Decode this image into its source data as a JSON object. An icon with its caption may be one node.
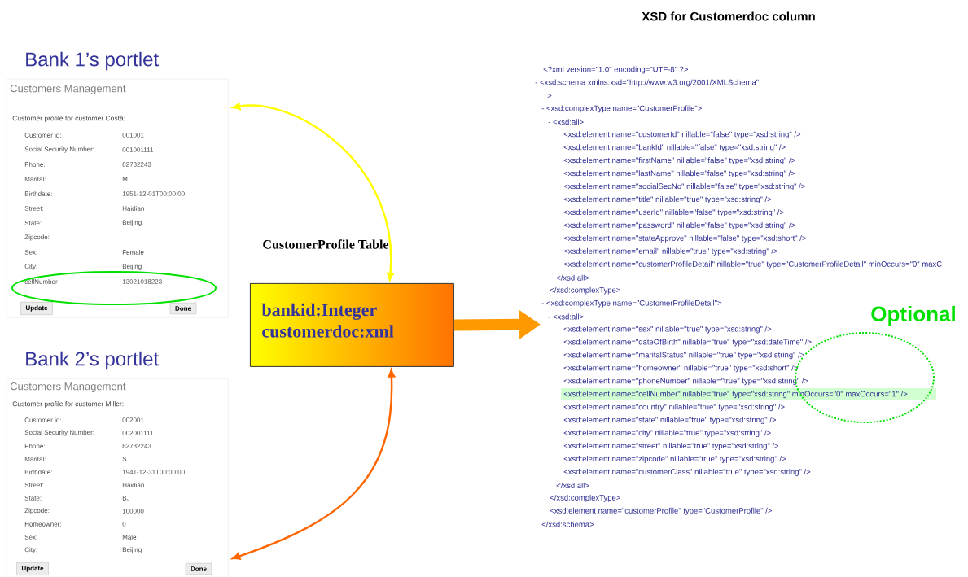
{
  "diagram": {
    "nodes": [
      {
        "text": [
          "Bank 1’s portlet",
          "Customers Management",
          "Customer profile for customer Costa:"
        ]
      },
      {
        "text": [
          "CustomerProfile Table",
          "bankid:Integer",
          "customerdoc:xml"
        ]
      },
      {
        "text": [
          "Bank 2’s portlet",
          "Customers Management",
          "Customer profile for customer Miller:"
        ]
      },
      {
        "text": [
          "XSD for Customerdoc column"
        ]
      }
    ],
    "edges": [
      {
        "from": 1,
        "to": 0,
        "arrow": "both",
        "color": "#ffff00"
      },
      {
        "from": 1,
        "to": 2,
        "arrow": "both",
        "color": "#ff6600"
      },
      {
        "from": 1,
        "to": 3,
        "arrow": "to",
        "style": "thick",
        "color": "#ff9900"
      }
    ],
    "labels": [
      "Customer id:",
      "001001",
      "Social Security Number:",
      "001001111",
      "Phone:",
      "82782243",
      "Marital:",
      "M",
      "Birthdate:",
      "1951-12-01T00:00:00",
      "Street:",
      "Haidian",
      "State:",
      "Beijing",
      "Zipcode:",
      "Sex:",
      "Female",
      "City:",
      "Beijing",
      "cellNumber",
      "13021018223",
      "Update",
      "Done",
      "<?xml version=\"1.0\" encoding=\"UTF-8\" ?>",
      "- <xsd:schema xmlns:xsd=\"http://www.w3.org/2001/XMLSchema\"",
      ">",
      "- <xsd:complexType name=\"CustomerProfile\">",
      "- <xsd:all>",
      "<xsd:element name=\"customerId\" nillable=\"false\" type=\"xsd:string\" />",
      "<xsd:element name=\"bankId\" nillable=\"false\" type=\"xsd:string\" />",
      "<xsd:element name=\"firstName\" nillable=\"false\" type=\"xsd:string\" />",
      "<xsd:element name=\"lastName\" nillable=\"false\" type=\"xsd:string\" />",
      "<xsd:element name=\"socialSecNo\" nillable=\"false\" type=\"xsd:string\" />",
      "<xsd:element name=\"title\" nillable=\"true\" type=\"xsd:string\" />",
      "<xsd:element name=\"userId\" nillable=\"false\" type=\"xsd:string\" />",
      "<xsd:element name=\"password\" nillable=\"false\" type=\"xsd:string\" />",
      "<xsd:element name=\"stateApprove\" nillable=\"false\" type=\"xsd:short\" />",
      "<xsd:element name=\"email\" nillable=\"true\" type=\"xsd:string\" />",
      "<xsd:element name=\"customerProfileDetail\" nillable=\"true\" type=\"CustomerProfileDetail\" minOccurs=\"0\" maxC",
      "</xsd:all>",
      "</xsd:complexType>",
      "- <xsd:complexType name=\"CustomerProfileDetail\">",
      "- <xsd:all>",
      "<xsd:element name=\"sex\" nillable=\"true\" type=\"xsd:string\" />",
      "<xsd:element name=\"dateOfBirth\" nillable=\"true\" type=\"xsd:dateTime\" />",
      "<xsd:element name=\"maritalStatus\" nillable=\"true\" type=\"xsd:string\" />",
      "<xsd:element name=\"homeowner\" nillable=\"true\" type=\"xsd:short\" />",
      "<xsd:element name=\"phoneNumber\" nillable=\"true\" type=\"xsd:string\" />",
      "<xsd:element name=\"cellNumber\" nillable=\"true\" type=\"xsd:string\" minOccurs=\"0\" maxOccurs=\"1\" />",
      "<xsd:element name=\"country\" nillable=\"true\" type=\"xsd:string\" />",
      "<xsd:element name=\"state\" nillable=\"true\" type=\"xsd:string\" />",
      "<xsd:element name=\"city\" nillable=\"true\" type=\"xsd:string\" />",
      "<xsd:element name=\"street\" nillable=\"true\" type=\"xsd:string\" />",
      "<xsd:element name=\"zipcode\" nillable=\"true\" type=\"xsd:string\" />",
      "<xsd:element name=\"customerClass\" nillable=\"true\" type=\"xsd:string\" />",
      "</xsd:all>",
      "</xsd:complexType>",
      "<xsd:element name=\"customerProfile\" type=\"CustomerProfile\" />",
      "</xsd:schema>",
      "Optional",
      "Customer id:",
      "002001",
      "Social Security Number:",
      "002001111",
      "Phone:",
      "82782243",
      "Marital:",
      "S",
      "Birthdate:",
      "1941-12-31T00:00:00",
      "Street:",
      "Haidian",
      "State:",
      "BJ",
      "Zipcode:",
      "100000",
      "Homeowner:",
      "0",
      "Sex:",
      "Male",
      "City:",
      "Beijing",
      "Update",
      "Done"
    ]
  }
}
